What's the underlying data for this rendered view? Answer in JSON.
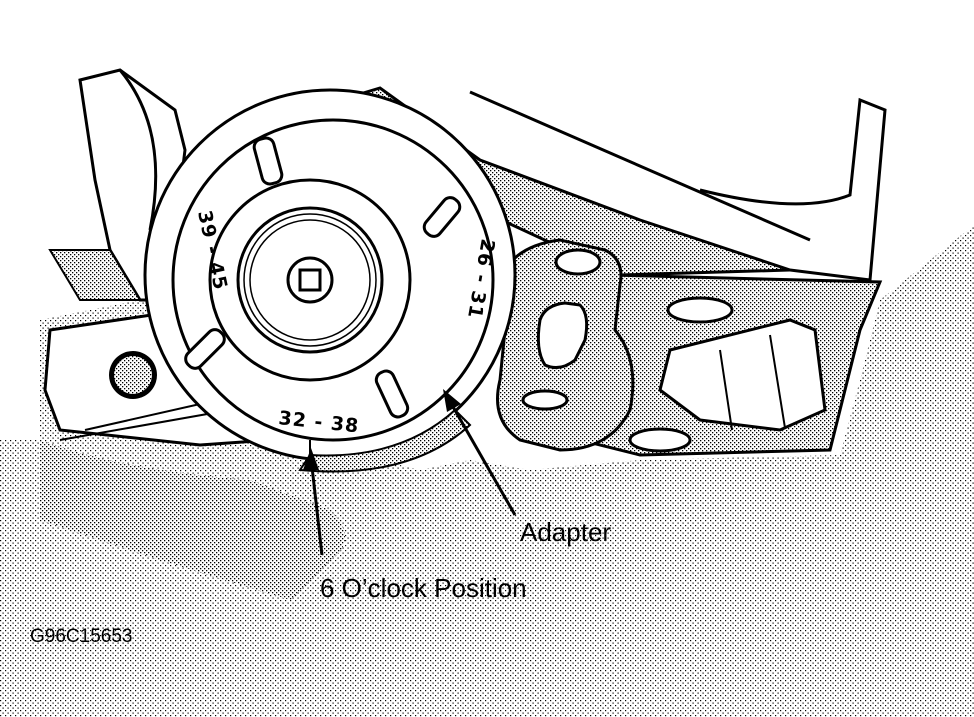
{
  "diagram": {
    "figure_id": "G96C15653",
    "callouts": {
      "adapter": "Adapter",
      "six_oclock": "6 O’clock Position"
    },
    "dial_ranges": {
      "top_left": "39 - 45",
      "right": "26 - 31",
      "bottom": "32 - 38"
    }
  }
}
